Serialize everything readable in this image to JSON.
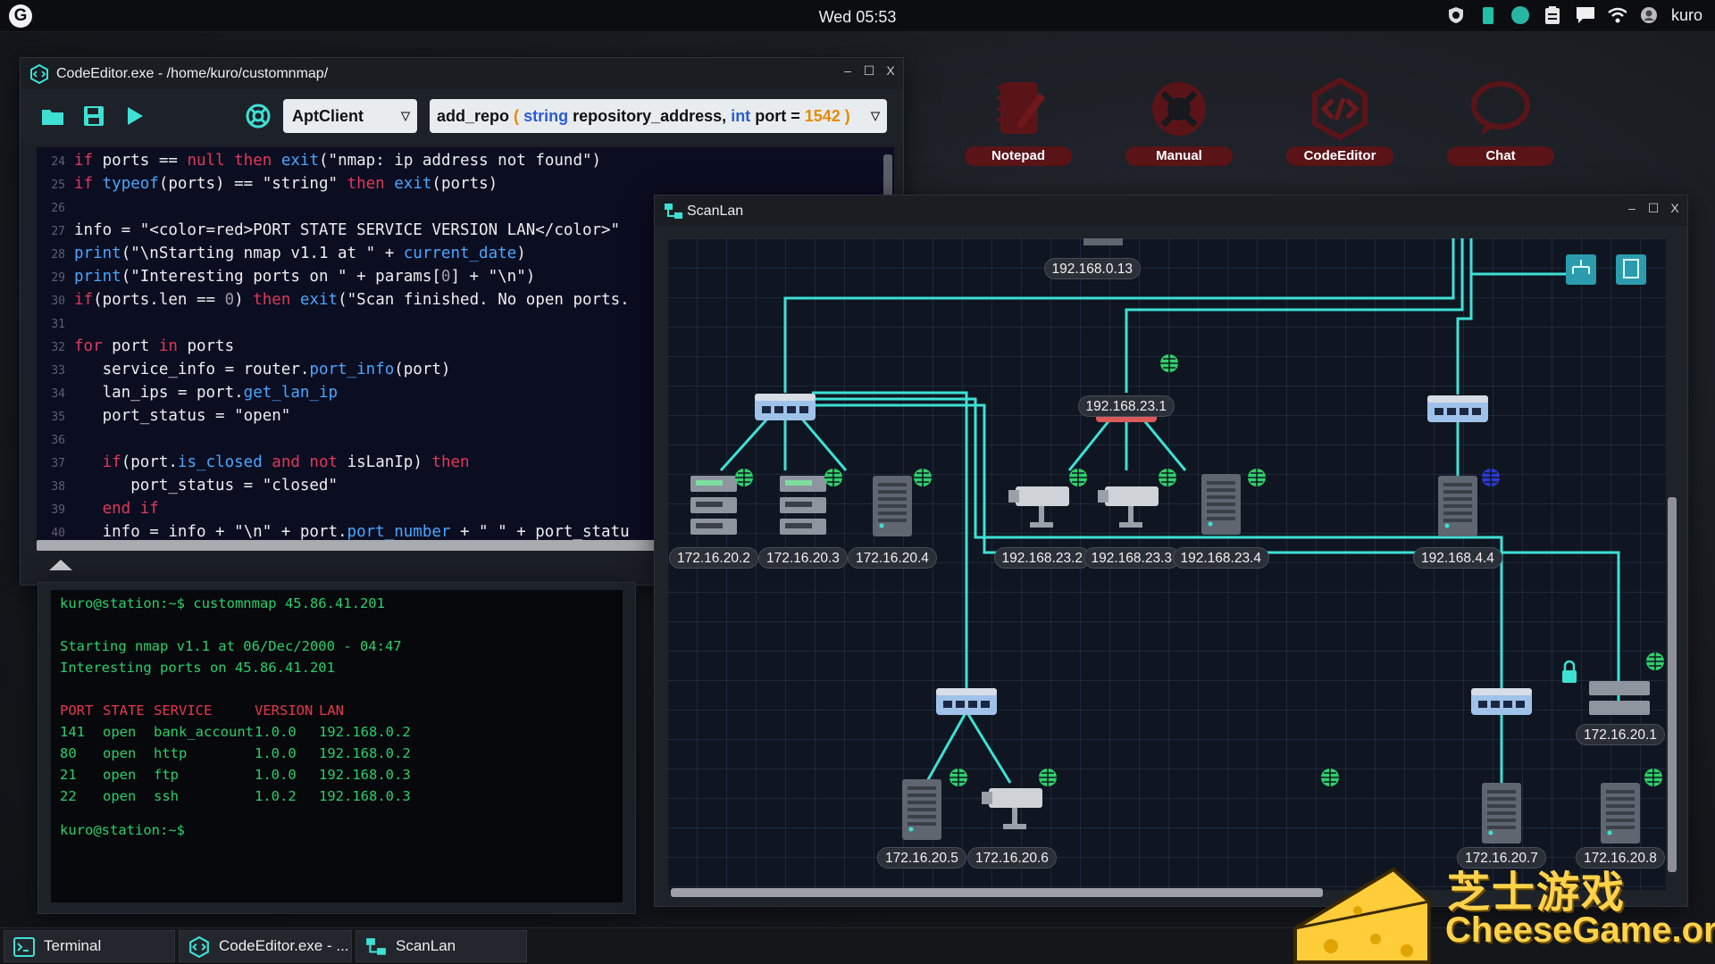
{
  "topbar": {
    "logo": "G",
    "clock": "Wed 05:53",
    "user": "kuro"
  },
  "desktop_icons": [
    {
      "label": "Notepad",
      "icon": "notepad-icon"
    },
    {
      "label": "Manual",
      "icon": "lifebuoy-icon"
    },
    {
      "label": "CodeEditor",
      "icon": "code-hex-icon"
    },
    {
      "label": "Chat",
      "icon": "chat-bubble-icon"
    }
  ],
  "code_editor": {
    "title": "CodeEditor.exe - /home/kuro/customnmap/",
    "class_select": "AptClient",
    "signature": {
      "name": "add_repo",
      "open": "(",
      "t1": "string",
      "p1": "repository_address,",
      "t2": "int",
      "p2": "port =",
      "default": "1542",
      "close": ")"
    },
    "lines": [
      {
        "n": "24",
        "html": "<span class='k'>if</span> ports == <span class='k'>null</span> <span class='k'>then</span> <span class='f'>exit</span>(\"nmap: ip address not found\")"
      },
      {
        "n": "25",
        "html": "<span class='k'>if</span> <span class='f'>typeof</span>(ports) == \"string\" <span class='k'>then</span> <span class='f'>exit</span>(ports)"
      },
      {
        "n": "26",
        "html": ""
      },
      {
        "n": "27",
        "html": "info = \"&lt;color=red&gt;PORT STATE SERVICE VERSION LAN&lt;/color&gt;\""
      },
      {
        "n": "28",
        "html": "<span class='f'>print</span>(\"\\nStarting nmap v1.1 at \" + <span class='f'>current_date</span>)"
      },
      {
        "n": "29",
        "html": "<span class='f'>print</span>(\"Interesting ports on \" + params[<span class='n'>0</span>] + \"\\n\")"
      },
      {
        "n": "30",
        "html": "<span class='k'>if</span>(ports.len == <span class='n'>0</span>) <span class='k'>then</span> <span class='f'>exit</span>(\"Scan finished. No open ports."
      },
      {
        "n": "31",
        "html": ""
      },
      {
        "n": "32",
        "html": "<span class='k'>for</span> port <span class='k'>in</span> ports"
      },
      {
        "n": "33",
        "html": "   service_info = router.<span class='f'>port_info</span>(port)"
      },
      {
        "n": "34",
        "html": "   lan_ips = port.<span class='f'>get_lan_ip</span>"
      },
      {
        "n": "35",
        "html": "   port_status = \"open\""
      },
      {
        "n": "36",
        "html": ""
      },
      {
        "n": "37",
        "html": "   <span class='k'>if</span>(port.<span class='f'>is_closed</span> <span class='k'>and not</span> isLanIp) <span class='k'>then</span>"
      },
      {
        "n": "38",
        "html": "      port_status = \"closed\""
      },
      {
        "n": "39",
        "html": "   <span class='k'>end if</span>"
      },
      {
        "n": "40",
        "html": "   info = info + \"\\n\" + port.<span class='f'>port_number</span> + \" \" + port_statu"
      }
    ]
  },
  "terminal": {
    "prompt1": "kuro@station:~$ customnmap 45.86.41.201",
    "line_start": "Starting nmap v1.1 at 06/Dec/2000 - 04:47",
    "line_ports": "Interesting ports on 45.86.41.201",
    "headers": [
      "PORT",
      "STATE",
      "SERVICE",
      "VERSION",
      "LAN"
    ],
    "rows": [
      [
        "141",
        "open",
        "bank_account",
        "1.0.0",
        "192.168.0.2"
      ],
      [
        "80",
        "open",
        "http",
        "1.0.0",
        "192.168.0.2"
      ],
      [
        "21",
        "open",
        "ftp",
        "1.0.0",
        "192.168.0.3"
      ],
      [
        "22",
        "open",
        "ssh",
        "1.0.2",
        "192.168.0.3"
      ]
    ],
    "prompt2": "kuro@station:~$"
  },
  "scanlan": {
    "title": "ScanLan",
    "nodes": [
      "192.168.0.13",
      "192.168.23.1",
      "172.16.20.2",
      "172.16.20.3",
      "172.16.20.4",
      "192.168.23.2",
      "192.168.23.3",
      "192.168.23.4",
      "192.168.4.4",
      "172.16.20.1",
      "172.16.20.5",
      "172.16.20.6",
      "172.16.20.7",
      "172.16.20.8"
    ]
  },
  "taskbar": {
    "items": [
      "Terminal",
      "CodeEditor.exe - ...",
      "ScanLan"
    ]
  },
  "watermark": {
    "cn": "芝士游戏",
    "url": "CheeseGame.org"
  },
  "colors": {
    "accent": "#3ee0d4",
    "danger": "#e0283a",
    "term_green": "#28d06a",
    "code_bg": "#0b0d21"
  }
}
